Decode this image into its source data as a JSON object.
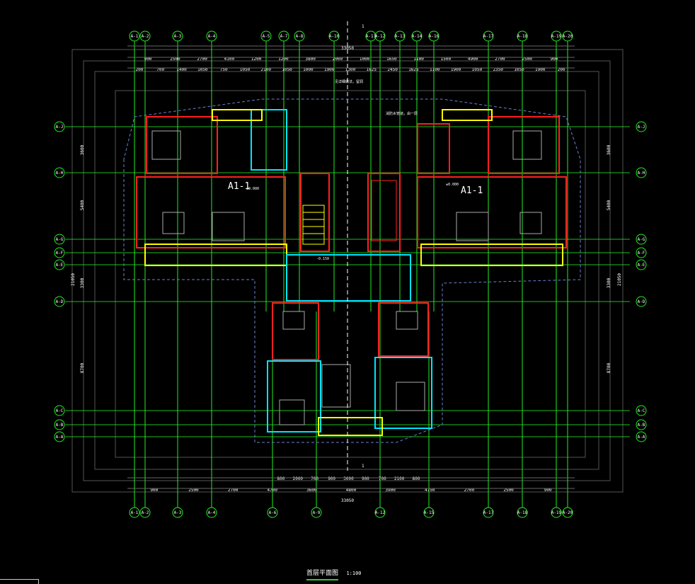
{
  "drawing": {
    "title": "首层平面图",
    "scale": "1:100",
    "unit_left": "A1-1",
    "unit_right": "A1-1",
    "level_left": "±0.000",
    "level_right": "±0.000",
    "stair_level": "-0.150",
    "note_center": "见详细做法，留洞",
    "note_right": "消防水管道，由一层",
    "section_mark": "1"
  },
  "axes": {
    "top": [
      "A-1",
      "A-2",
      "A-3",
      "A-4",
      "A-5",
      "A-7",
      "A-8",
      "A-10",
      "A-11",
      "A-12",
      "A-13",
      "A-14",
      "A-16",
      "A-17",
      "A-18",
      "A-19",
      "A-20"
    ],
    "bottom": [
      "A-1",
      "A-2",
      "A-3",
      "A-4",
      "A-6",
      "A-9",
      "A-12",
      "A-15",
      "A-17",
      "A-18",
      "A-19",
      "A-20"
    ],
    "rows": [
      "A-J",
      "A-H",
      "A-G",
      "A-F",
      "A-E",
      "A-D",
      "A-C",
      "A-B",
      "A-A"
    ]
  },
  "dimensions": {
    "top_total": "33050",
    "top_row1": [
      "900",
      "2500",
      "2700",
      "4100",
      "1200",
      "1200",
      "3800",
      "2000",
      "1000",
      "1650",
      "1100",
      "1500",
      "4900",
      "2700",
      "2500",
      "900"
    ],
    "top_row2": [
      "200",
      "700",
      "1400",
      "1050",
      "750",
      "1050",
      "2100",
      "1050",
      "1000",
      "1900",
      "1300",
      "1625",
      "2450",
      "1625",
      "1100",
      "1900",
      "1050",
      "2350",
      "1050",
      "1900",
      "200"
    ],
    "bottom_total": "33050",
    "bottom_row1": [
      "900",
      "2500",
      "2700",
      "4700",
      "3600",
      "4800",
      "3900",
      "4750",
      "2700",
      "2500",
      "900"
    ],
    "bottom_row2": [
      "800",
      "2000",
      "700",
      "900",
      "3000",
      "900",
      "700",
      "2100",
      "800"
    ],
    "left_total": "21050",
    "left_row1": [
      "3600",
      "5400",
      "3300",
      "8700"
    ],
    "right_total": "21050"
  }
}
